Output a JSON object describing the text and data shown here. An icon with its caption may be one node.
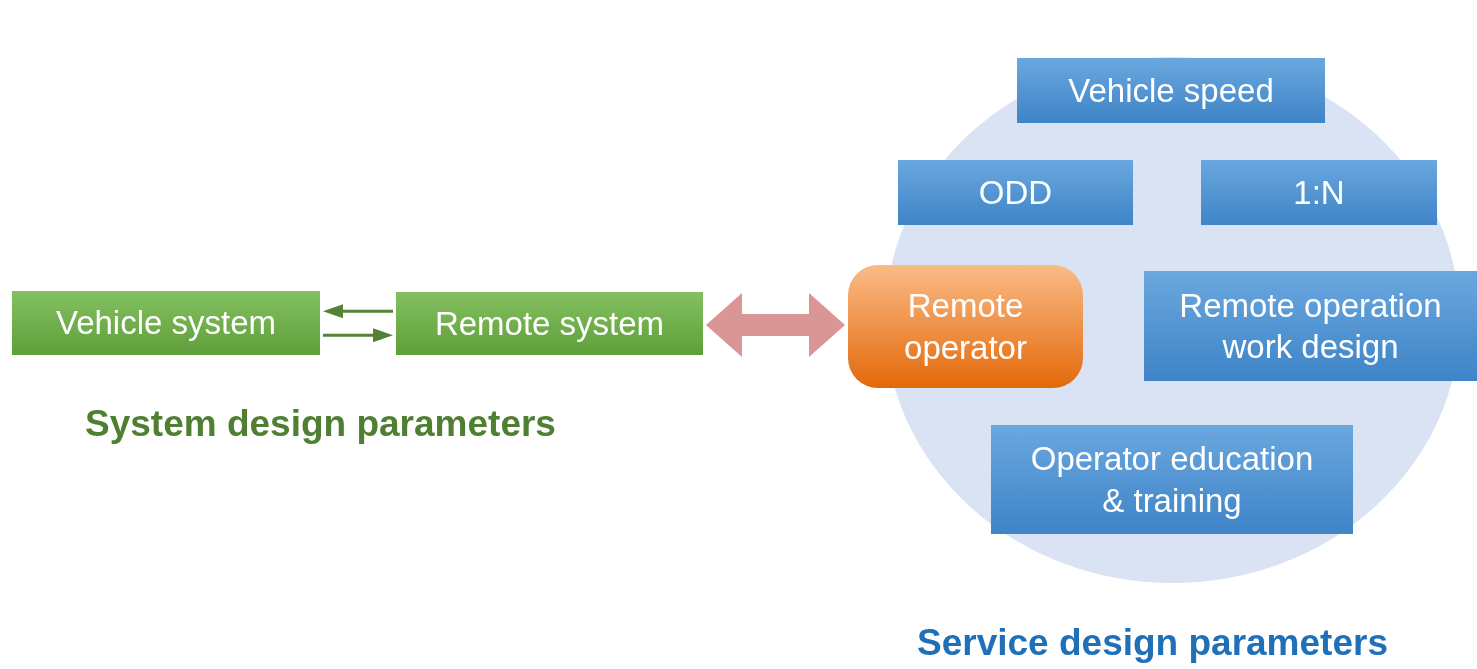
{
  "diagram": {
    "nodes": [
      {
        "text": [],
        "shape": "circle"
      },
      {
        "text": [
          "Vehicle speed"
        ],
        "in": 0
      },
      {
        "text": [
          "ODD"
        ],
        "in": 0
      },
      {
        "text": [
          "1:N"
        ],
        "in": 0
      },
      {
        "text": [
          "Vehicle system"
        ]
      },
      {
        "text": [
          "Remote system"
        ]
      },
      {
        "text": [
          "Remote operator"
        ]
      },
      {
        "text": [
          "Remote operation work design"
        ],
        "in": 0
      },
      {
        "text": [
          "Operator education & training"
        ],
        "in": 0
      }
    ],
    "edges": [
      {
        "from": 5,
        "to": 4,
        "arrow": "to"
      },
      {
        "from": 4,
        "to": 5,
        "arrow": "to"
      },
      {
        "from": 5,
        "to": 6,
        "arrow": "both",
        "style": "thick",
        "color": "#d99694"
      }
    ],
    "labels": [
      "System design parameters",
      "Service design parameters"
    ]
  }
}
